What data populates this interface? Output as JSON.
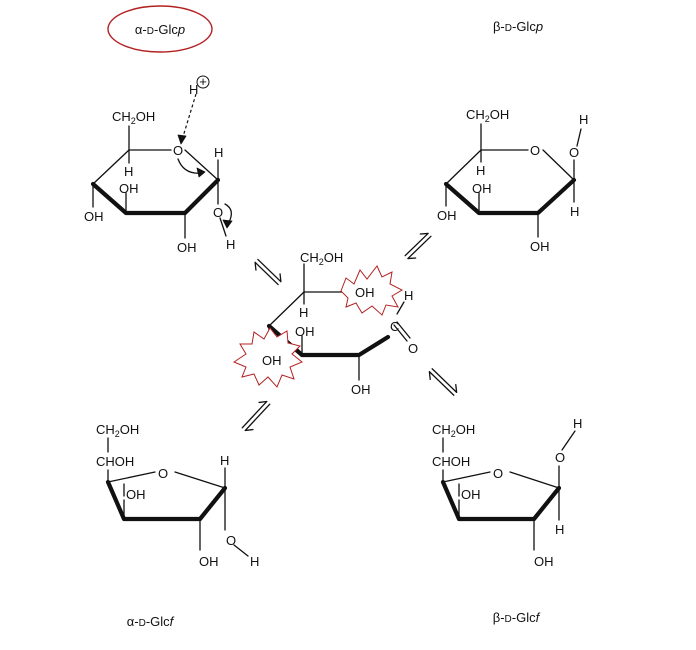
{
  "colors": {
    "ink": "#111111",
    "highlight": "#b22222",
    "background": "#ffffff"
  },
  "captions": {
    "alpha_pyranose": {
      "prefix": "α-",
      "config": "D",
      "stem": "-Glc",
      "ring": "p"
    },
    "beta_pyranose": {
      "prefix": "β-",
      "config": "D",
      "stem": "-Glc",
      "ring": "p"
    },
    "alpha_furanose": {
      "prefix": "α-",
      "config": "D",
      "stem": "-Glc",
      "ring": "f"
    },
    "beta_furanose": {
      "prefix": "β-",
      "config": "D",
      "stem": "-Glc",
      "ring": "f"
    }
  },
  "structures": {
    "alpha_pyranose": {
      "ch2oh": {
        "base": "CH",
        "sub": "2",
        "tail": "OH"
      },
      "proton": "H",
      "charge": "+",
      "ring_o": "O",
      "h_c1": "H",
      "h_c5": "H",
      "oh_c3": "OH",
      "oh_c4": "OH",
      "oh_c2": "OH",
      "o_c1": "O",
      "h_o1": "H"
    },
    "beta_pyranose": {
      "ch2oh": {
        "base": "CH",
        "sub": "2",
        "tail": "OH"
      },
      "ring_o": "O",
      "h_c5": "H",
      "oh_c3": "OH",
      "oh_c4": "OH",
      "oh_c2": "OH",
      "o_c1": "O",
      "h_o1": "H",
      "h_c1": "H"
    },
    "open_chain": {
      "ch2oh": {
        "base": "CH",
        "sub": "2",
        "tail": "OH"
      },
      "oh_c5": "OH",
      "h_c5": "H",
      "h_c1": "H",
      "c1": "C",
      "o_c1": "O",
      "oh_c3": "OH",
      "oh_c4": "OH",
      "oh_c2": "OH"
    },
    "alpha_furanose": {
      "ch2oh": {
        "base": "CH",
        "sub": "2",
        "tail": "OH"
      },
      "chohc": "CHOH",
      "ring_o": "O",
      "h_c1": "H",
      "oh_c3": "OH",
      "oh_c2": "OH",
      "o_c1": "O",
      "h_o1": "H"
    },
    "beta_furanose": {
      "ch2oh": {
        "base": "CH",
        "sub": "2",
        "tail": "OH"
      },
      "chohc": "CHOH",
      "ring_o": "O",
      "h_o1": "H",
      "o_c1": "O",
      "oh_c3": "OH",
      "h_c1": "H",
      "oh_c2": "OH"
    }
  }
}
